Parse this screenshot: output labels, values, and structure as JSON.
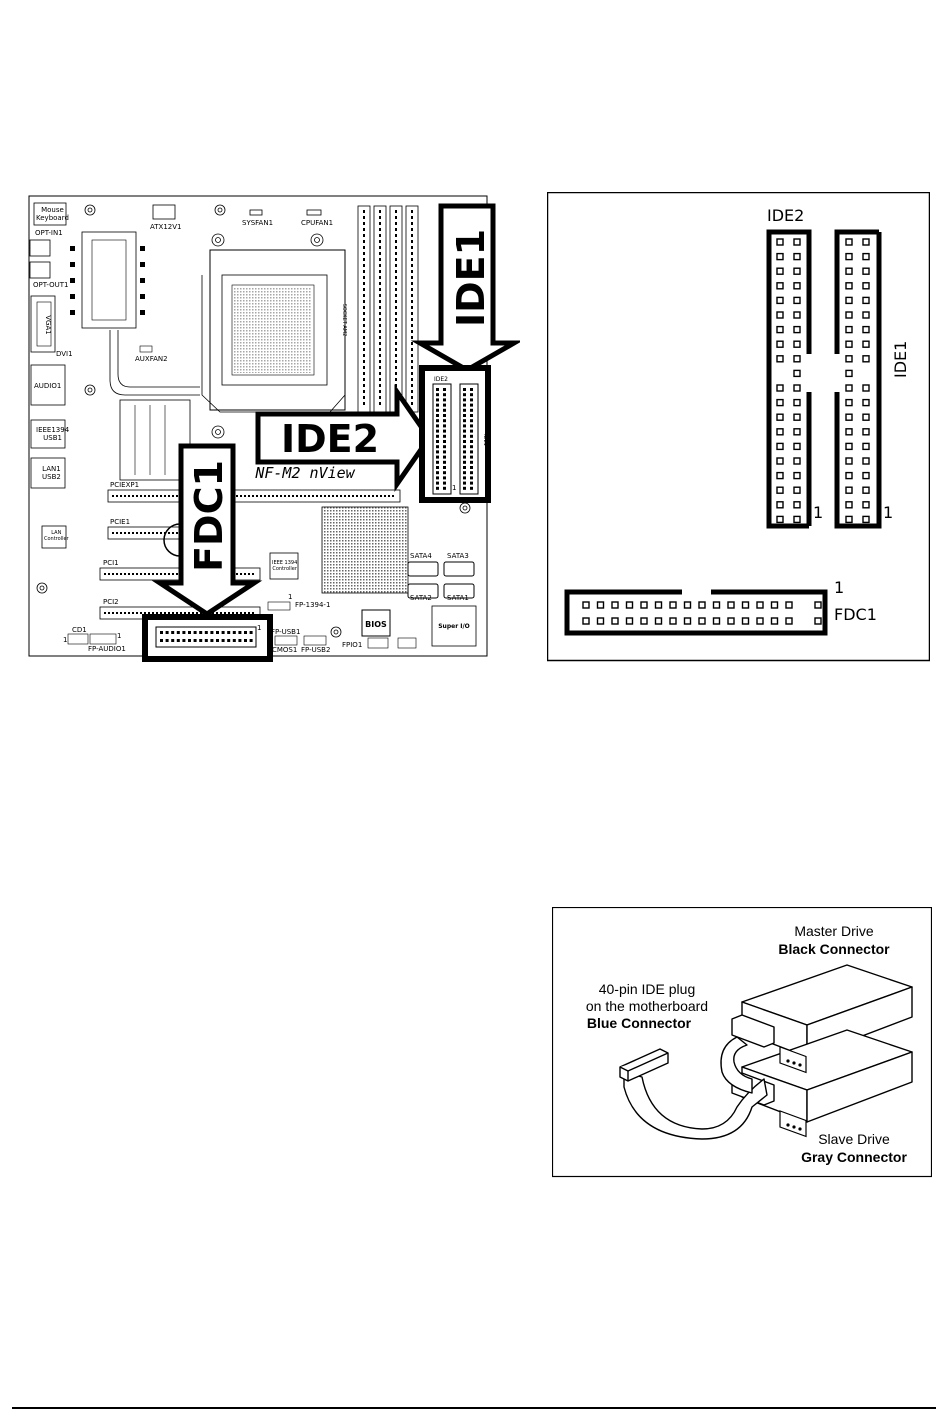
{
  "motherboard": {
    "arrow_ide1": "IDE1",
    "arrow_ide2": "IDE2",
    "arrow_fdc1": "FDC1",
    "board_name": "NF-M2 nView",
    "labels": {
      "mouse_keyboard": "Mouse\nKeyboard",
      "opt_in": "OPT-IN1",
      "opt_out": "OPT-OUT1",
      "vga": "VGA1",
      "dvi": "DVI1",
      "audio": "AUDIO1",
      "ieee_usb": "IEEE1394\nUSB1",
      "lan_usb": "LAN1\nUSB2",
      "atx": "ATX12V1",
      "sysfan": "SYSFAN1",
      "cpufan": "CPUFAN1",
      "auxfan": "AUXFAN2",
      "socket": "SOCKET AM2",
      "pciexp1": "PCIEXP1",
      "pciex1": "PCIE1",
      "pci1": "PCI1",
      "pci2": "PCI2",
      "lan_ctrl": "LAN\nController",
      "ieee_ctrl": "IEEE 1394\nController",
      "sata4": "SATA4",
      "sata3": "SATA3",
      "sata2": "SATA2",
      "sata1": "SATA1",
      "fp1394": "FP-1394-1",
      "fpusb1": "FP-USB1",
      "fpusb2": "FP-USB2",
      "cmos": "CMOS1",
      "fpio": "FPIO1",
      "bios": "BIOS",
      "superio": "Super I/O",
      "cd1": "CD1",
      "fpaudio": "FP-AUDIO1",
      "ide2_small": "IDE2",
      "ide1_small": "IDE1",
      "one": "1"
    }
  },
  "pinout": {
    "ide2": "IDE2",
    "ide1": "IDE1",
    "fdc1": "FDC1",
    "pin1": "1"
  },
  "cable": {
    "master_line1": "Master Drive",
    "master_line2": "Black Connector",
    "plug_line1": "40-pin IDE plug",
    "plug_line2": "on the motherboard",
    "plug_line3": "Blue Connector",
    "slave_line1": "Slave Drive",
    "slave_line2": "Gray Connector"
  }
}
